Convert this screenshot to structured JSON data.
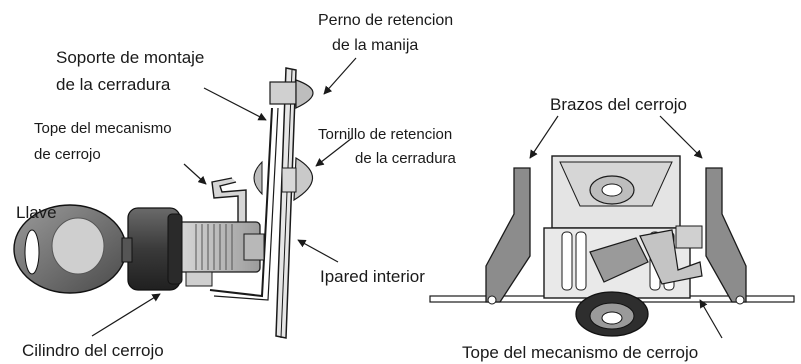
{
  "left_figure": {
    "labels": {
      "handle_pin": [
        "Perno de retencion",
        "de la manija"
      ],
      "mount_bracket": [
        "Soporte de montaje",
        "de la cerradura"
      ],
      "cam_stop": [
        "Tope del mecanismo",
        "de cerrojo"
      ],
      "lock_screw": [
        "Tornillo de retencion",
        "de la cerradura"
      ],
      "key": "Llave",
      "inner_wall": "Ipared interior",
      "cylinder": "Cilindro del cerrojo"
    }
  },
  "right_figure": {
    "labels": {
      "latch_arms": "Brazos del cerrojo",
      "cam_stop": "Tope del mecanismo de cerrojo"
    }
  }
}
